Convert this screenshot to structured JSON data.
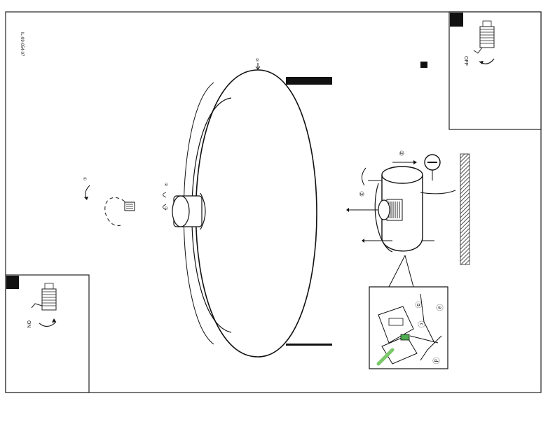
{
  "labels": {
    "model_code": "IL-99-054-07",
    "off": "OFF",
    "on": "ON",
    "step_dash": "1"
  },
  "step_numbers": {
    "top_center": "②",
    "bulb_left": "①",
    "shade_socket_top": "②",
    "shade_socket_bottom": "①",
    "arrow_2": "②",
    "arrow_3": "③",
    "detail_a": "ⓐ",
    "detail_b": "ⓑ",
    "detail_c": "ⓒ",
    "detail_d": "ⓓ"
  },
  "icons": {
    "wall": "wall-hatch-icon",
    "screwdriver": "screwdriver-icon",
    "switch_off": "switch-off-icon",
    "switch_on": "switch-on-icon"
  }
}
